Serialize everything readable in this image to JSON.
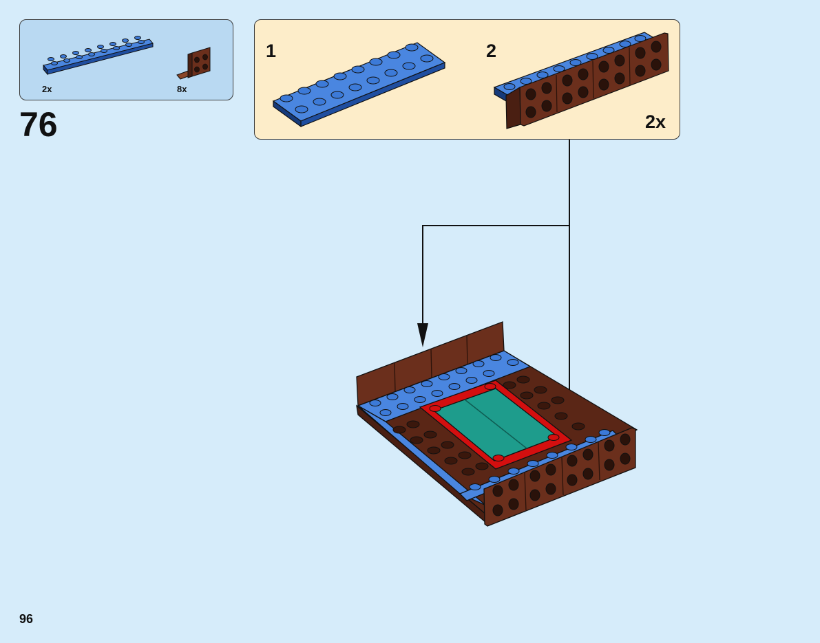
{
  "parts_list": {
    "items": [
      {
        "part": "blue 2x8 plate",
        "quantity": "2x",
        "color": "#2e6fd1"
      },
      {
        "part": "reddish-brown 1x2 bracket",
        "quantity": "8x",
        "color": "#6b2f1c"
      }
    ]
  },
  "step": {
    "number": "76"
  },
  "subassembly": {
    "steps": [
      {
        "number": "1"
      },
      {
        "number": "2"
      }
    ],
    "multiplier": "2x"
  },
  "colors": {
    "page_background": "#d6ecfa",
    "parts_box_background": "#b9d9f2",
    "subassembly_background": "#fdedc9",
    "blue": "#2e6fd1",
    "reddish_brown": "#6b2f1c",
    "red": "#d40f0f",
    "teal": "#1e9c8c"
  },
  "page": {
    "number": "96"
  }
}
